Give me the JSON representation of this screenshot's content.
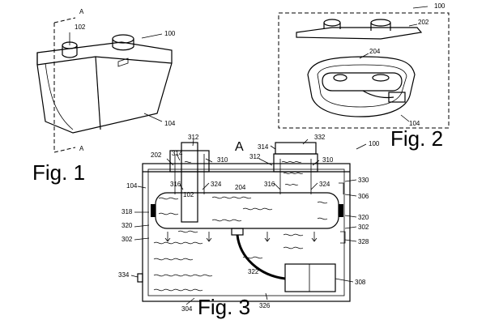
{
  "figures": {
    "fig1_title": "Fig. 1",
    "fig2_title": "Fig. 2",
    "fig3_title": "Fig. 3"
  },
  "section_markers": {
    "a_top": "A",
    "a_bottom": "A",
    "a_fig3": "A"
  },
  "refs": {
    "r100_fig1": "100",
    "r102_fig1": "102",
    "r104_fig1": "104",
    "r100_fig2": "100",
    "r202_fig2": "202",
    "r204_fig2": "204",
    "r104_fig2": "104",
    "r100_fig3": "100",
    "r202_fig3": "202",
    "r314_l": "314",
    "r312_l": "312",
    "r310_l": "310",
    "r316_l": "316",
    "r102_fig3": "102",
    "r324_l": "324",
    "r204_fig3": "204",
    "r312_r": "312",
    "r314_r": "314",
    "r332": "332",
    "r310_r": "310",
    "r316_r": "316",
    "r324_r": "324",
    "r104_fig3": "104",
    "r318": "318",
    "r320_l": "320",
    "r302_l": "302",
    "r330": "330",
    "r306": "306",
    "r320_r": "320",
    "r302_r": "302",
    "r328": "328",
    "r322": "322",
    "r334": "334",
    "r308": "308",
    "r326": "326",
    "r304": "304"
  }
}
